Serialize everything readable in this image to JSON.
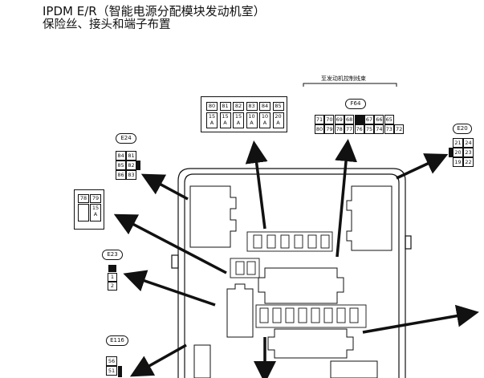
{
  "title": {
    "line1": "IPDM E/R（智能电源分配模块发动机室）",
    "line2": "保险丝、接头和端子布置"
  },
  "harness_label": "至发动机控制线束",
  "connectors": {
    "f64": {
      "tag": "F64",
      "row1": [
        "71",
        "70",
        "69",
        "68",
        "",
        "67",
        "66",
        "65"
      ],
      "row2": [
        "80",
        "79",
        "78",
        "77",
        "76",
        "75",
        "74",
        "73",
        "72"
      ]
    },
    "e20": {
      "tag": "E20",
      "rows": [
        [
          "21",
          "24"
        ],
        [
          "20",
          "23"
        ],
        [
          "19",
          "22"
        ]
      ]
    },
    "e24": {
      "tag": "E24",
      "rows": [
        [
          "84",
          "81"
        ],
        [
          "85",
          "82"
        ],
        [
          "86",
          "83"
        ]
      ]
    },
    "e23": {
      "tag": "E23",
      "pins": [
        "1",
        "2"
      ]
    },
    "e116": {
      "tag": "E116",
      "pins": [
        "56",
        "51"
      ]
    }
  },
  "fuse_top": {
    "numbers": [
      "80",
      "81",
      "82",
      "83",
      "84",
      "85"
    ],
    "ratings": [
      "15\nA",
      "15\nA",
      "15\nA",
      "10\nA",
      "10\nA",
      "20\nA"
    ]
  },
  "fuse_left": {
    "numbers": [
      "78",
      "79"
    ],
    "rating": "15\nA"
  }
}
